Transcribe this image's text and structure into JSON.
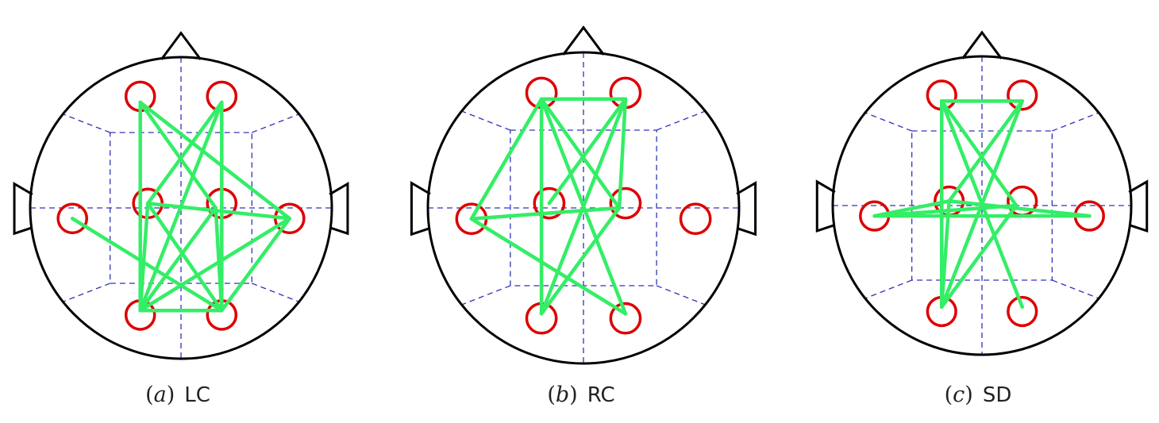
{
  "colors": {
    "head_outline": "#000000",
    "guide_lines": "#3333bb",
    "electrode": "#dd0000",
    "connection": "#33ee66",
    "caption_text": "#222222"
  },
  "electrodes": [
    "Fp1",
    "Fp2",
    "F7",
    "C3",
    "C4",
    "F8",
    "O1",
    "O2"
  ],
  "panels": [
    {
      "id": "lc",
      "caption_letter": "a",
      "caption_name": "LC",
      "connections": [
        [
          "Fp1",
          "C4"
        ],
        [
          "Fp1",
          "O1"
        ],
        [
          "Fp1",
          "F8"
        ],
        [
          "Fp2",
          "C3"
        ],
        [
          "Fp2",
          "O1"
        ],
        [
          "Fp2",
          "O2"
        ],
        [
          "F7",
          "O2"
        ],
        [
          "C3",
          "O1"
        ],
        [
          "C3",
          "O2"
        ],
        [
          "C3",
          "F8"
        ],
        [
          "C4",
          "O1"
        ],
        [
          "C4",
          "O2"
        ],
        [
          "O1",
          "O2"
        ],
        [
          "O1",
          "F8"
        ],
        [
          "O2",
          "F8"
        ]
      ]
    },
    {
      "id": "rc",
      "caption_letter": "b",
      "caption_name": "RC",
      "connections": [
        [
          "Fp1",
          "Fp2"
        ],
        [
          "Fp1",
          "F7"
        ],
        [
          "Fp1",
          "C4"
        ],
        [
          "Fp1",
          "O1"
        ],
        [
          "Fp1",
          "O2"
        ],
        [
          "Fp2",
          "C3"
        ],
        [
          "Fp2",
          "C4"
        ],
        [
          "Fp2",
          "O1"
        ],
        [
          "F7",
          "C4"
        ],
        [
          "F7",
          "O2"
        ],
        [
          "C4",
          "O1"
        ]
      ]
    },
    {
      "id": "sd",
      "caption_letter": "c",
      "caption_name": "SD",
      "connections": [
        [
          "Fp1",
          "Fp2"
        ],
        [
          "Fp1",
          "O1"
        ],
        [
          "Fp1",
          "O2"
        ],
        [
          "Fp1",
          "C4"
        ],
        [
          "Fp2",
          "C3"
        ],
        [
          "Fp2",
          "O1"
        ],
        [
          "F7",
          "F8"
        ],
        [
          "F7",
          "C4"
        ],
        [
          "F7",
          "C3"
        ],
        [
          "C3",
          "F8"
        ],
        [
          "C3",
          "O1"
        ],
        [
          "C4",
          "O1"
        ]
      ]
    }
  ]
}
